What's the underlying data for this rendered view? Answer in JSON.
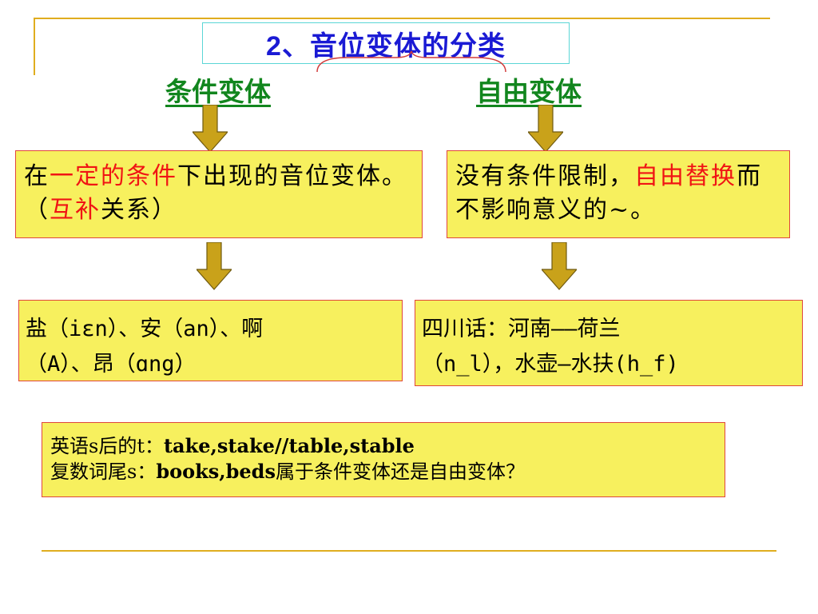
{
  "title": "2、音位变体的分类",
  "categories": {
    "conditional": "条件变体",
    "free": "自由变体"
  },
  "definitions": {
    "conditional": {
      "before": "在",
      "highlight": "一定的条件",
      "middle": "下出现的音位变体。（",
      "highlight2": "互补",
      "after": "关系）"
    },
    "free": {
      "before": "没有条件限制，",
      "highlight": "自由替换",
      "after": "而不影响意义的~。"
    }
  },
  "examples": {
    "conditional": {
      "line1": "盐（iɛn）、安（an）、啊",
      "line2": "（A）、昂（ɑng）"
    },
    "free": {
      "line1": "四川话：河南——荷兰",
      "line2": "（n_l），水壶—水扶(h_f)"
    }
  },
  "question": {
    "line1_prefix": "英语s后的t：",
    "line1_words": "take,stake//table,stable",
    "line2_prefix": "复数词尾s：",
    "line2_words": "books,beds",
    "line2_suffix": "属于条件变体还是自由变体？"
  },
  "colors": {
    "title": "#1a1ad4",
    "category": "#12861e",
    "box_fill": "#f7f05e",
    "box_border": "#e0463c",
    "highlight": "#f01414",
    "arrow": "#c9a21a",
    "frame": "#e0ad1f"
  }
}
